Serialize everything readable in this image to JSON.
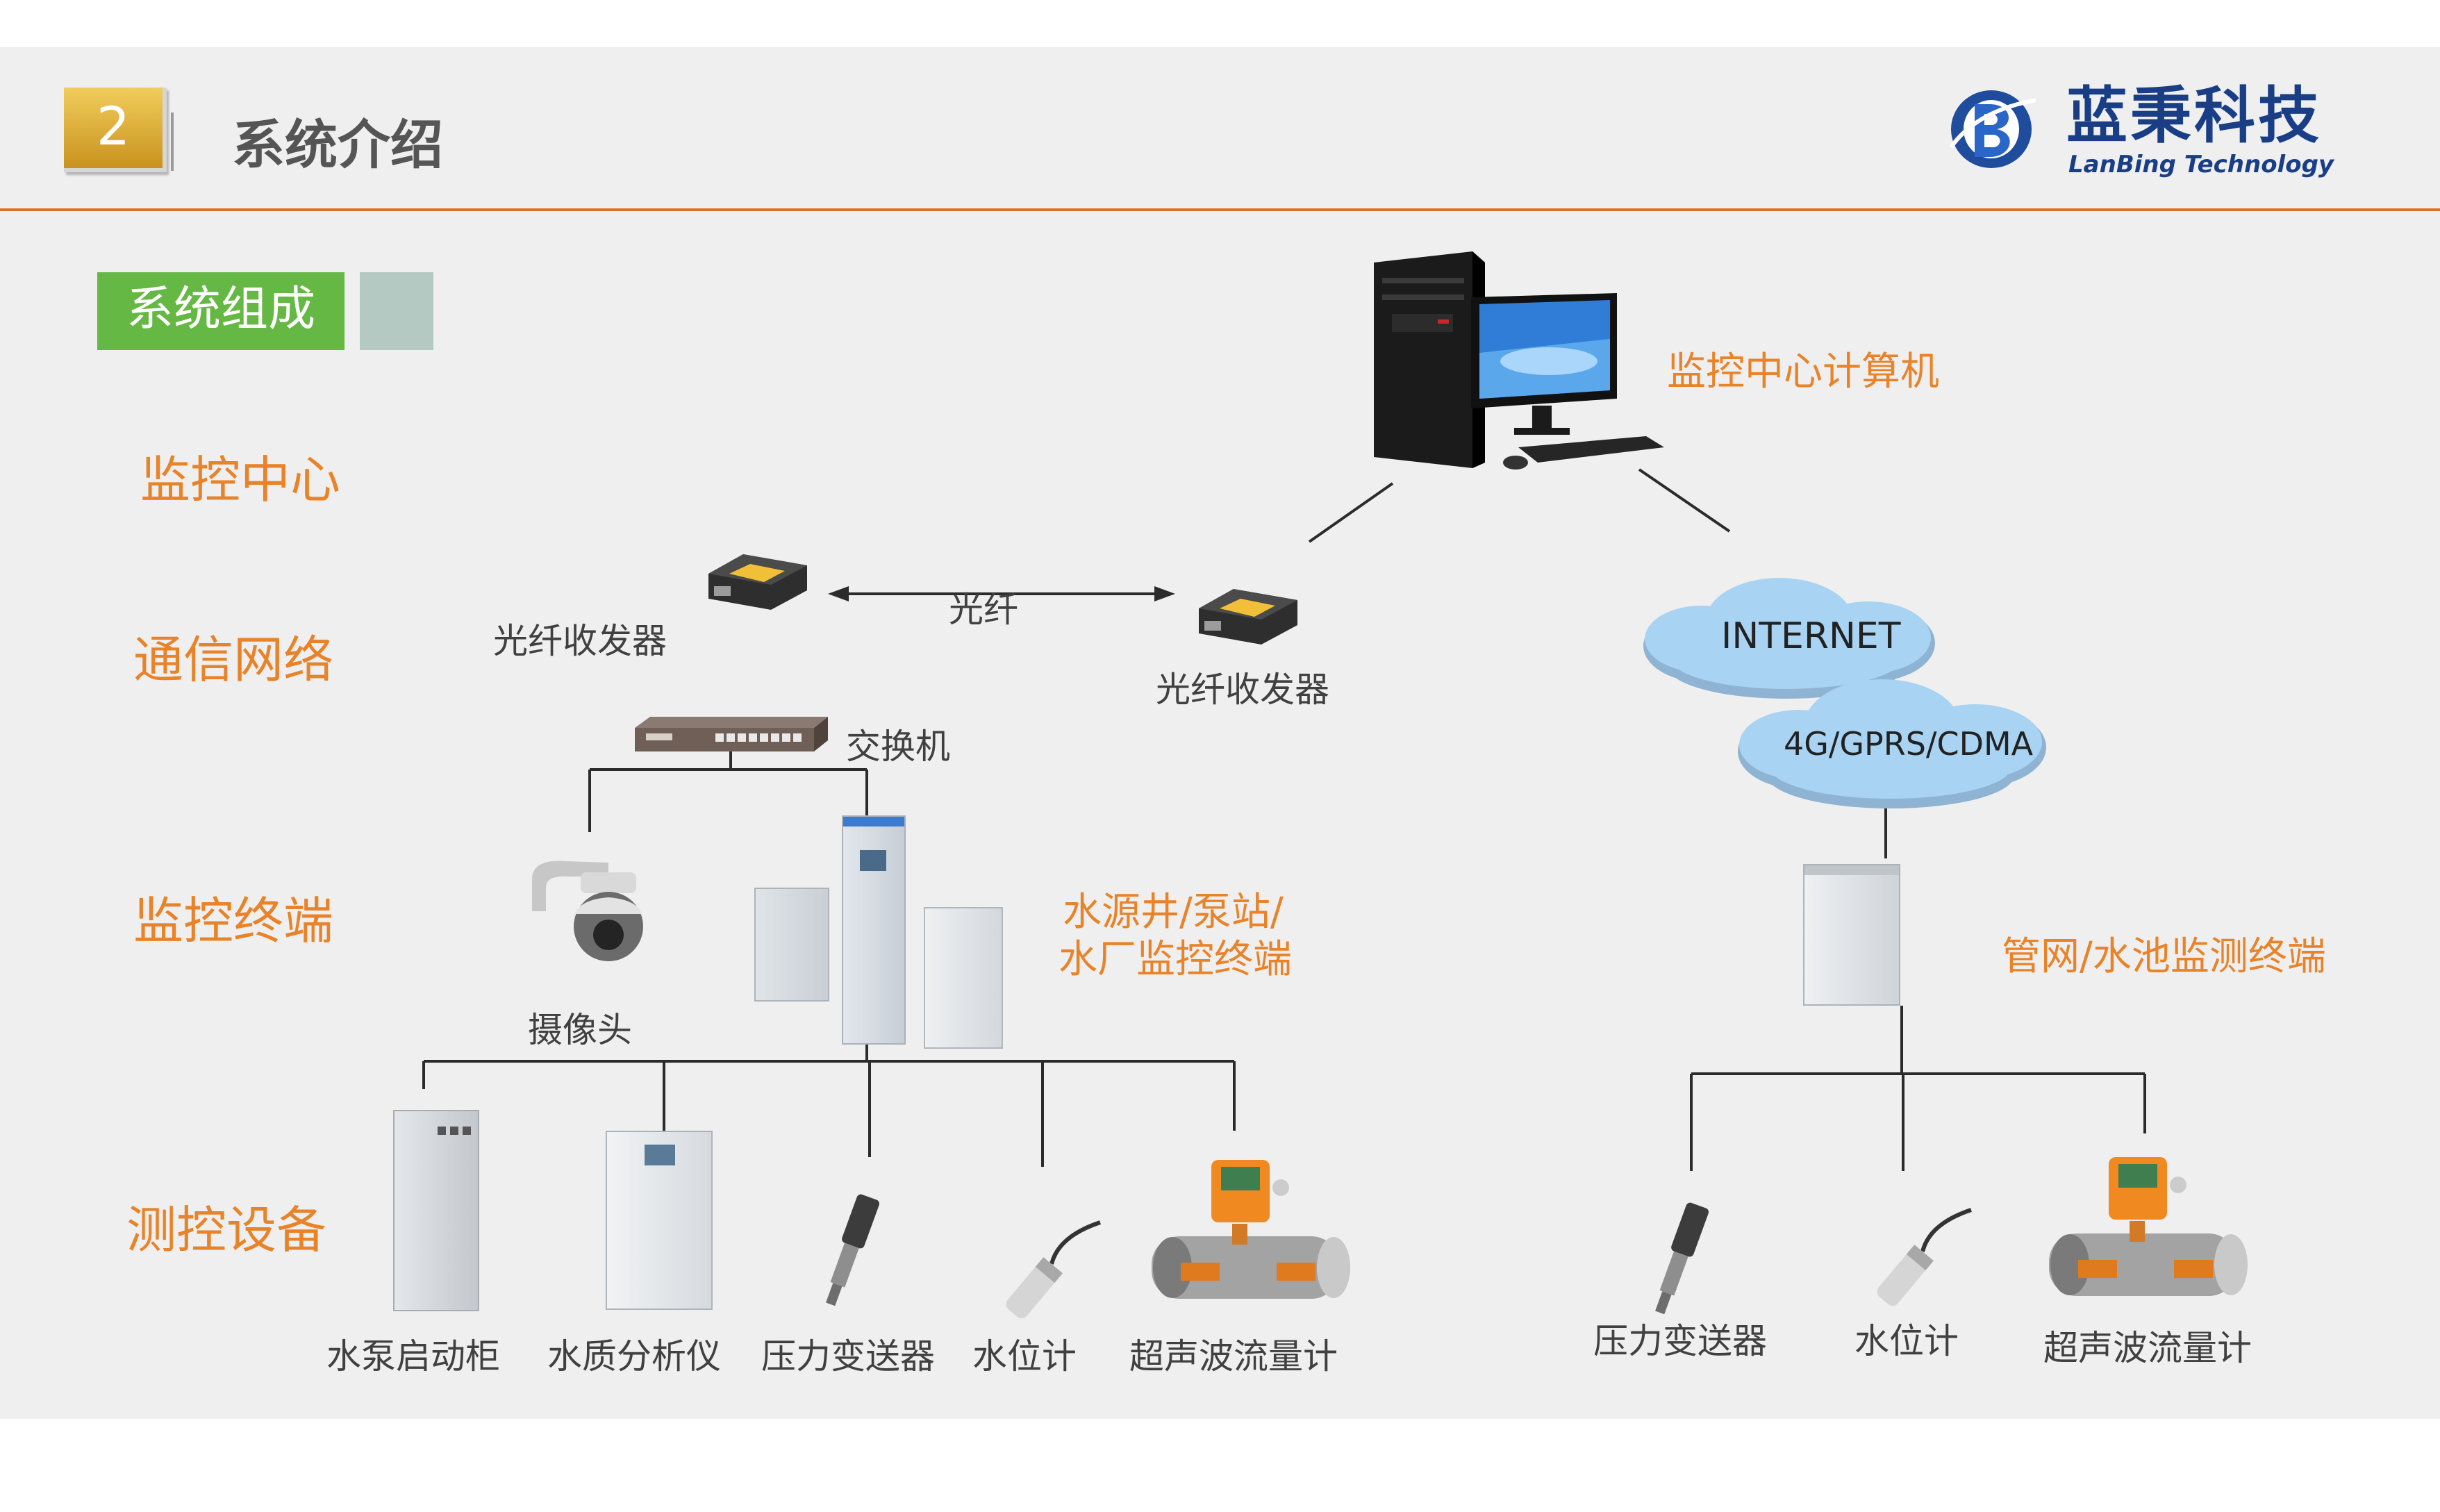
{
  "header": {
    "section_number": "2",
    "title": "系统介绍",
    "brand_name": "蓝秉科技",
    "brand_subtitle": "LanBing Technology",
    "colors": {
      "accent_line": "#d9732a",
      "badge": "#d8a62a",
      "tag_green": "#66b844",
      "tag_gray": "#b5c9c3",
      "orange_text": "#e8832a"
    }
  },
  "section_tag": "系统组成",
  "layers": [
    "监控中心",
    "通信网络",
    "监控终端",
    "测控设备"
  ],
  "monitoring_center": {
    "computer_label": "监控中心计算机"
  },
  "network": {
    "fiber_transceiver_left": "光纤收发器",
    "fiber_transceiver_right": "光纤收发器",
    "fiber_link": "光纤",
    "switch": "交换机",
    "cloud_internet": "INTERNET",
    "cloud_wireless": "4G/GPRS/CDMA"
  },
  "terminals": {
    "camera": "摄像头",
    "water_source_line1": "水源井/泵站/",
    "water_source_line2": "水厂监控终端",
    "pipe_network": "管网/水池监测终端"
  },
  "devices_left": [
    "水泵启动柜",
    "水质分析仪",
    "压力变送器",
    "水位计",
    "超声波流量计"
  ],
  "devices_right": [
    "压力变送器",
    "水位计",
    "超声波流量计"
  ],
  "icons": [
    "desktop-computer-icon",
    "fiber-transceiver-icon",
    "network-switch-icon",
    "cloud-icon",
    "dome-camera-icon",
    "control-cabinet-icon",
    "pressure-transmitter-icon",
    "level-gauge-icon",
    "ultrasonic-flowmeter-icon"
  ]
}
